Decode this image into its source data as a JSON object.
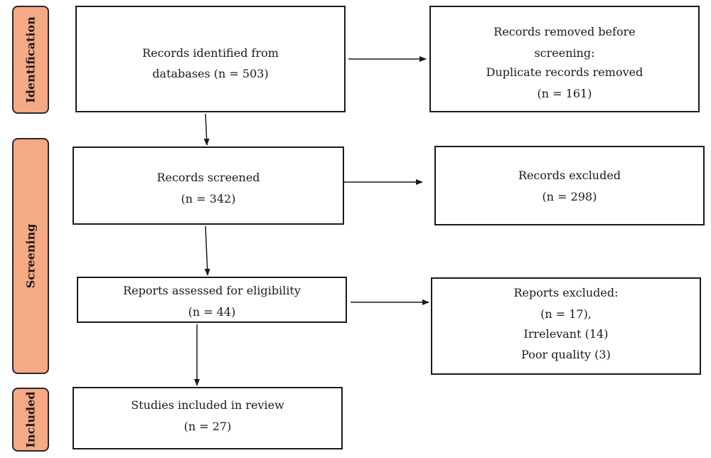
{
  "phases": {
    "identification": "Identification",
    "screening": "Screening",
    "included": "Included"
  },
  "boxes": {
    "identified": {
      "lines": [
        "Records identified from",
        "databases (n = 503)"
      ]
    },
    "removed": {
      "lines": [
        "Records removed before",
        "screening:",
        "Duplicate records removed",
        "(n = 161)"
      ]
    },
    "screened": {
      "lines": [
        "Records screened",
        "(n = 342)"
      ]
    },
    "excluded": {
      "lines": [
        "Records excluded",
        "(n = 298)"
      ]
    },
    "assessed": {
      "lines": [
        "Reports assessed for eligibility",
        "(n = 44)"
      ]
    },
    "reports_excluded": {
      "lines": [
        "Reports excluded:",
        "(n = 17),",
        "Irrelevant (14)",
        "Poor quality (3)"
      ]
    },
    "included": {
      "lines": [
        "Studies included in review",
        "(n = 27)"
      ]
    }
  }
}
